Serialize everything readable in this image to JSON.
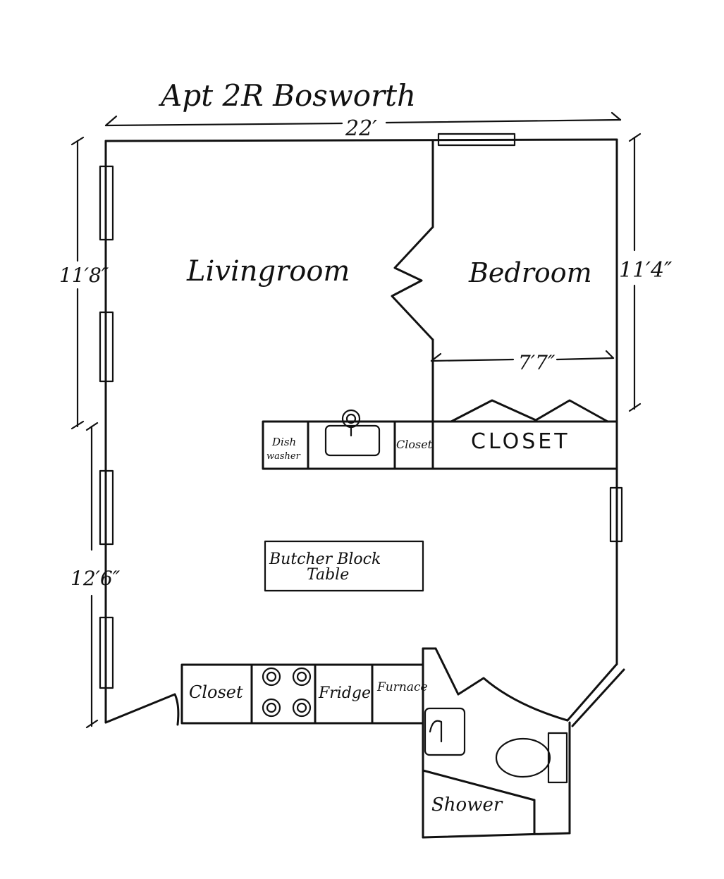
{
  "title": "Apt 2R Bosworth",
  "dimensions": {
    "width_top": "22′",
    "left_upper": "11′8″",
    "left_lower": "12′6″",
    "right_height": "11′4″",
    "bedroom_width": "7′7″"
  },
  "rooms": {
    "livingroom": "Livingroom",
    "bedroom": "Bedroom",
    "closet_big": "CLOSET",
    "closet_small": "Closet",
    "closet_hall": "Closet",
    "shower": "Shower"
  },
  "fixtures": {
    "dishwasher_line1": "Dish",
    "dishwasher_line2": "washer",
    "table_line1": "Butcher Block",
    "table_line2": "Table",
    "fridge": "Fridge",
    "furnace": "Furnace"
  }
}
